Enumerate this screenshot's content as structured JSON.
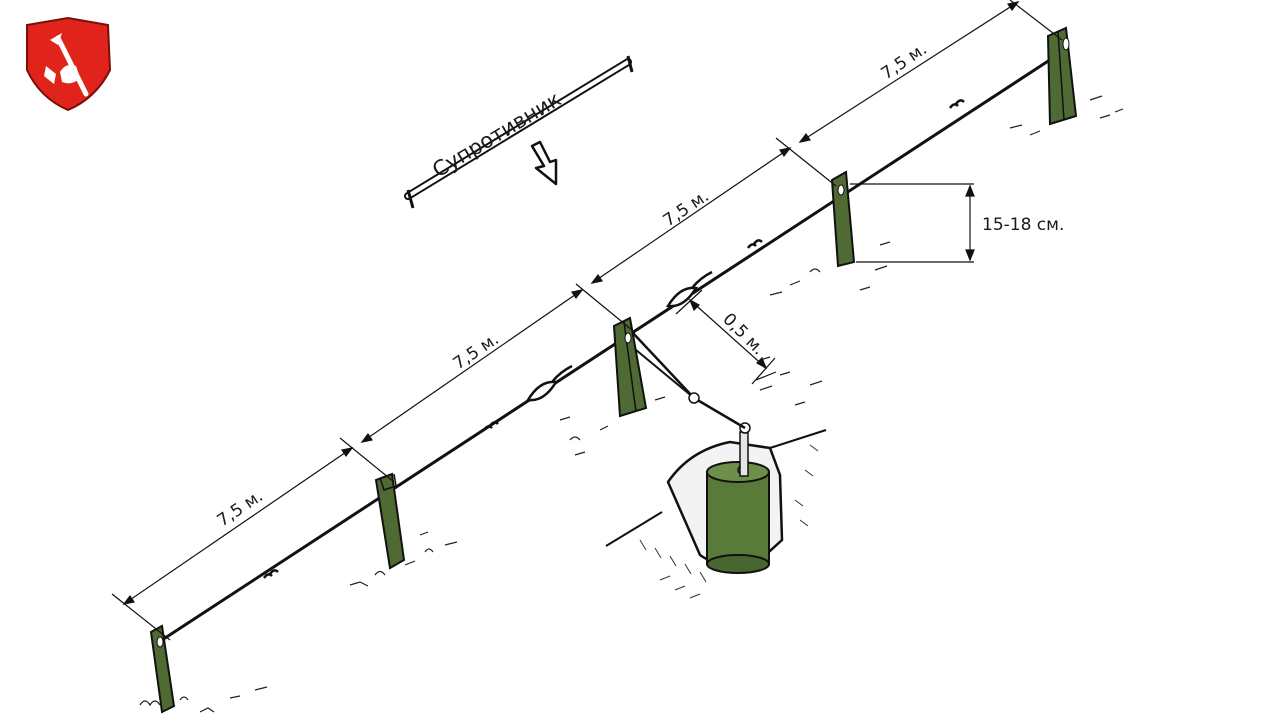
{
  "labels": {
    "direction": "Супротивник",
    "spacing": [
      "7,5 м.",
      "7,5 м.",
      "7,5 м.",
      "7,5 м."
    ],
    "height": "15-18 см.",
    "offset": "0,5 м."
  },
  "icons": {
    "logo": "red-shield-axe-hand-emblem",
    "arrow": "enemy-direction-arrow",
    "mine": "tripwire-mine"
  },
  "colors": {
    "stake": "#4f6a33",
    "mine": "#5a7a3a",
    "logo": "#e0241b",
    "line": "#111111"
  }
}
